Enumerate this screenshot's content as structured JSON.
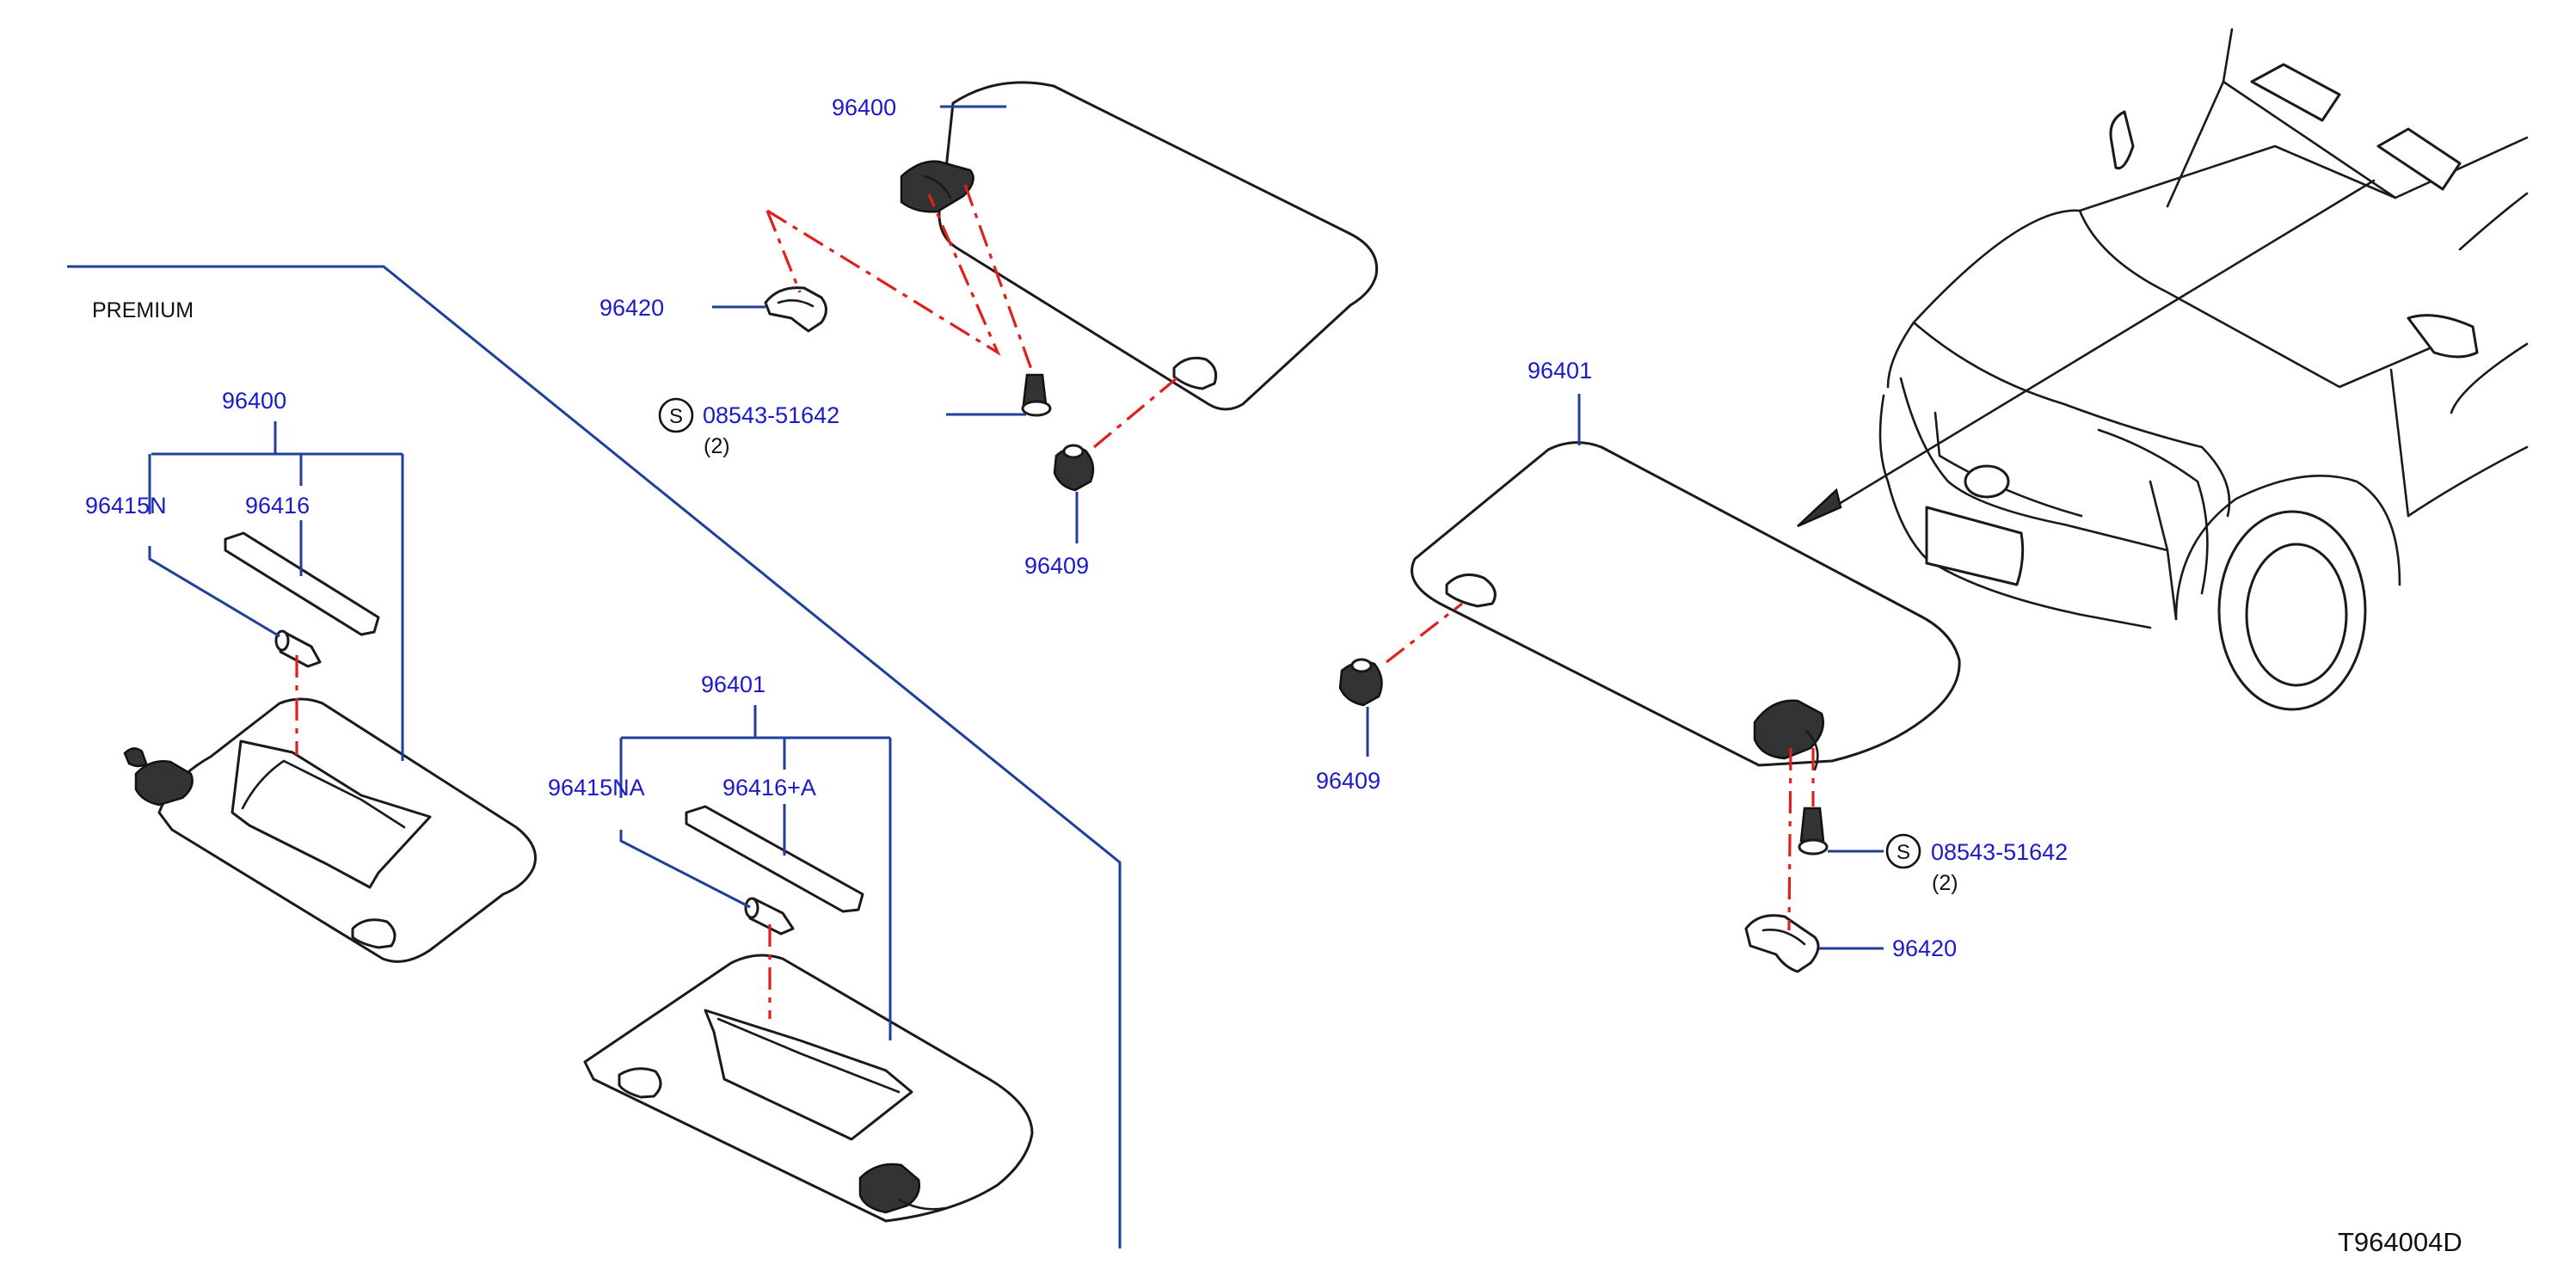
{
  "diagram": {
    "premium_label": "PREMIUM",
    "drawing_code": "T964004D",
    "labels": {
      "visor_top": "96400",
      "holder_top": "96420",
      "screw_top": "08543-51642",
      "screw_top_qty": "(2)",
      "clip_top": "96409",
      "visor_right": "96401",
      "clip_right": "96409",
      "screw_right": "08543-51642",
      "screw_right_qty": "(2)",
      "holder_right": "96420",
      "prem_left_assy": "96400",
      "prem_left_lamp": "96415N",
      "prem_left_lens": "96416",
      "prem_right_assy": "96401",
      "prem_right_lamp": "96415NA",
      "prem_right_lens": "96416+A"
    },
    "screw_symbol": "S",
    "colors": {
      "label_text": "#1a1acc",
      "leader_line": "#1f3f9a",
      "phantom_line": "#e0201c",
      "outline": "#1a1a1a"
    }
  }
}
